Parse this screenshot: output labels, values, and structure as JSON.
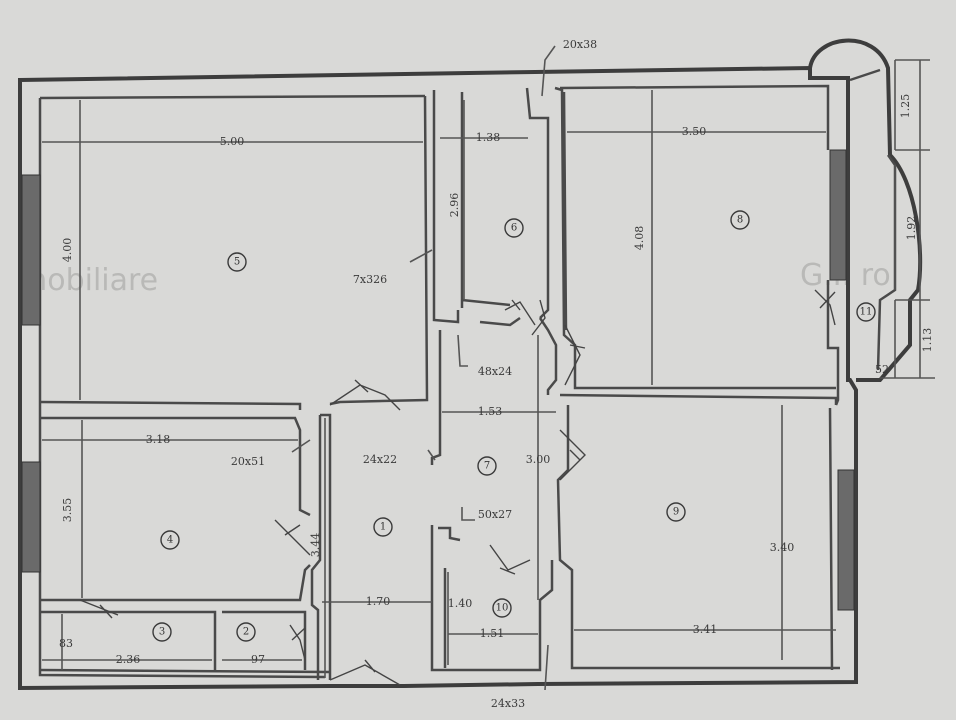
{
  "watermark": {
    "left": "mobiliare",
    "right": "G.I. ro"
  },
  "dimensions": {
    "room5_width": "5.00",
    "room5_height": "4.00",
    "room6_width": "1.38",
    "room6_height": "2.96",
    "room8_width": "3.50",
    "room8_height": "4.08",
    "balcony_top": "1.25",
    "balcony_mid": "1.92",
    "balcony_bottom": "1.13",
    "balcony_offset": "52",
    "room4_width": "3.18",
    "room4_height": "3.55",
    "hall_width": "1.53",
    "hall_height": "3.00",
    "room1_height": "3.44",
    "room1_width": "1.70",
    "room9_height": "3.40",
    "room9_width": "3.41",
    "room10_height": "1.40",
    "room10_width": "1.51",
    "room3_width": "2.36",
    "room3_depth": "83",
    "room2_width": "97"
  },
  "openings": {
    "top": "20x38",
    "room5": "7x326",
    "hall_top": "48x24",
    "room4": "20x51",
    "room1": "24x22",
    "room10": "50x27",
    "bottom": "24x33"
  },
  "room_numbers": {
    "r1": "1",
    "r2": "2",
    "r3": "3",
    "r4": "4",
    "r5": "5",
    "r6": "6",
    "r7": "7",
    "r8": "8",
    "r9": "9",
    "r10": "10",
    "r11": "11"
  }
}
